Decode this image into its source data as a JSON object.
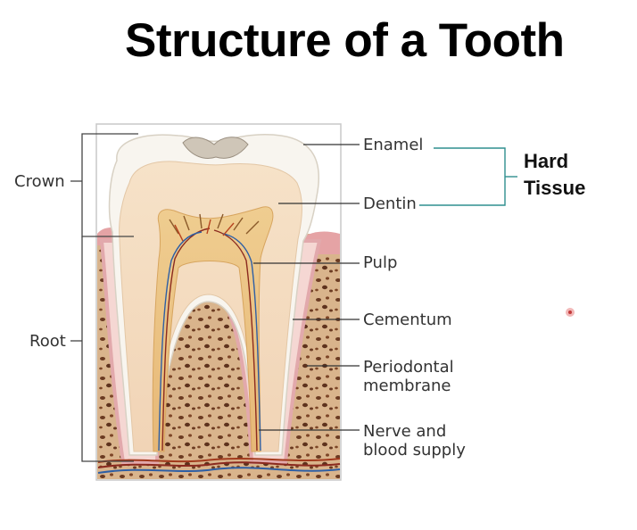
{
  "title": "Structure of a Tooth",
  "labels": {
    "crown": "Crown",
    "root": "Root",
    "enamel": "Enamel",
    "dentin": "Dentin",
    "pulp": "Pulp",
    "cementum": "Cementum",
    "periodontal_1": "Periodontal",
    "periodontal_2": "membrane",
    "nerve_1": "Nerve and",
    "nerve_2": "blood supply"
  },
  "group": {
    "hard_1": "Hard",
    "hard_2": "Tissue"
  },
  "colors": {
    "bracket_teal": "#2f8f8f",
    "bone": "#c9a27a",
    "gum": "#e7a6a8",
    "enamel": "#f7f3ec",
    "dentin": "#f3dcc0",
    "pulp": "#e9c48a"
  }
}
